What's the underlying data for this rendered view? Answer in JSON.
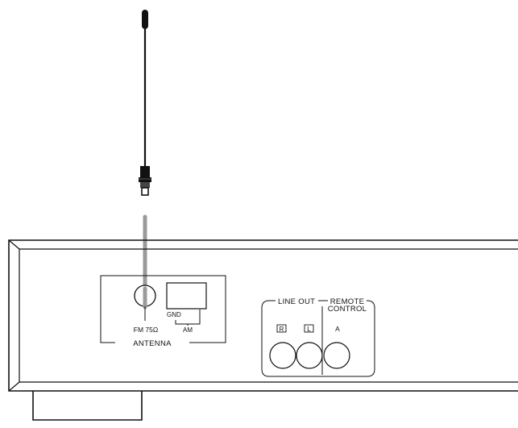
{
  "antenna_panel": {
    "fm_label": "FM 75Ω",
    "gnd_label": "GND",
    "am_label": "AM",
    "section_label": "ANTENNA"
  },
  "output_panel": {
    "line_out_label": "LINE OUT",
    "remote_label_line1": "REMOTE",
    "remote_label_line2": "CONTROL",
    "right_channel": "R",
    "left_channel": "L",
    "remote_jack": "A"
  }
}
